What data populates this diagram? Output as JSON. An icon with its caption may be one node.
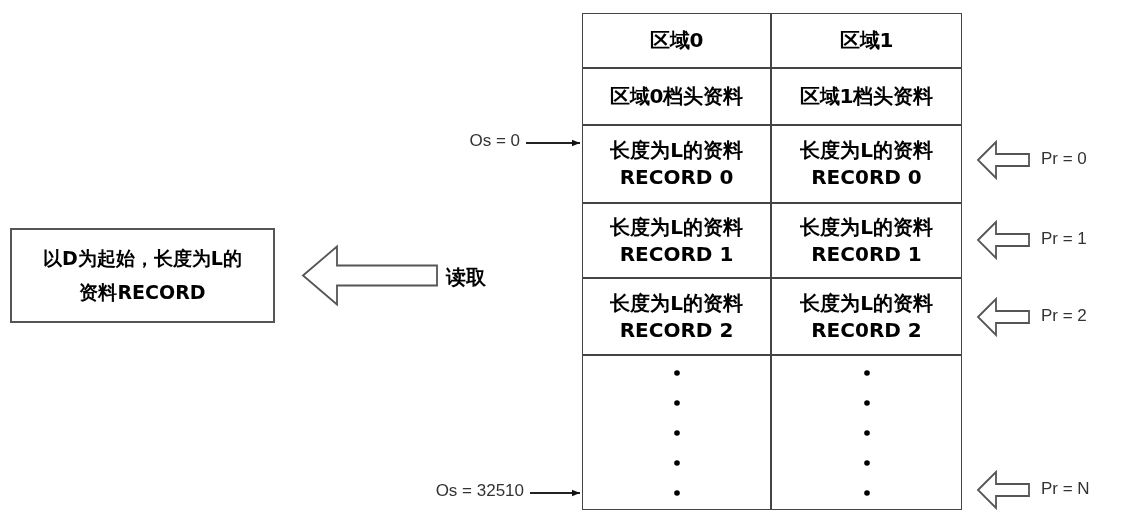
{
  "diagram": {
    "nodes": [
      {
        "text": [
          "区域0"
        ]
      },
      {
        "text": [
          "区域1"
        ]
      },
      {
        "text": [
          "区域0档头资料"
        ]
      },
      {
        "text": [
          "区域1档头资料"
        ]
      },
      {
        "text": [
          "长度为L的资料",
          "RECORD 0"
        ]
      },
      {
        "text": [
          "长度为L的资料",
          "REC0RD 0"
        ]
      },
      {
        "text": [
          "长度为L的资料",
          "RECORD 1"
        ]
      },
      {
        "text": [
          "长度为L的资料",
          "REC0RD 1"
        ]
      },
      {
        "text": [
          "长度为L的资料",
          "RECORD 2"
        ]
      },
      {
        "text": [
          "长度为L的资料",
          "REC0RD 2"
        ]
      },
      {
        "text": [],
        "shape": "box"
      },
      {
        "text": [],
        "shape": "box"
      },
      {
        "text": [
          "以D为起始，长度为L的资料RECORD"
        ]
      },
      {
        "text": [
          "读取"
        ]
      },
      {
        "text": [
          "Os = 0"
        ]
      },
      {
        "text": [
          "Os = 32510"
        ]
      },
      {
        "text": [
          "Pr = 0"
        ]
      },
      {
        "text": [
          "Pr = 1"
        ]
      },
      {
        "text": [
          "Pr = 2"
        ]
      },
      {
        "text": [
          "Pr = N"
        ]
      }
    ],
    "edges": [
      {
        "from": 13,
        "to": 12,
        "arrow": "to",
        "style": "thick"
      },
      {
        "from": 14,
        "to": 4,
        "arrow": "to"
      },
      {
        "from": 15,
        "to": 10,
        "arrow": "to"
      },
      {
        "from": 16,
        "to": 5,
        "arrow": "to",
        "style": "thick"
      },
      {
        "from": 17,
        "to": 7,
        "arrow": "to",
        "style": "thick"
      },
      {
        "from": 18,
        "to": 9,
        "arrow": "to",
        "style": "thick"
      },
      {
        "from": 19,
        "to": 11,
        "arrow": "to",
        "style": "thick"
      }
    ]
  }
}
